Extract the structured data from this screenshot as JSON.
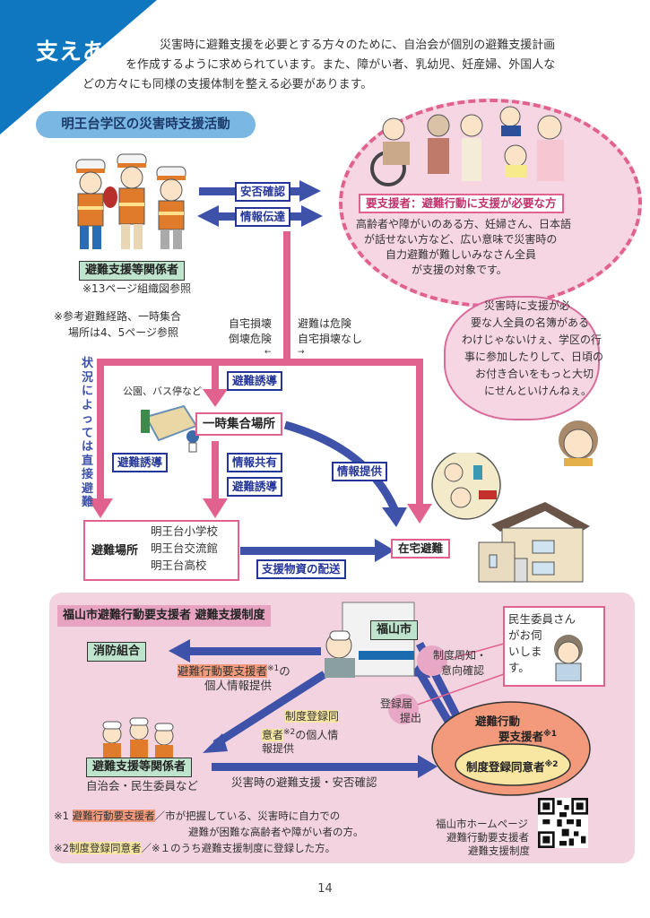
{
  "header": {
    "title": "支えあう",
    "intro_lines": [
      "災害時に避難支援を必要とする方々のために、自治会が個別の避難支援計画",
      "を作成するように求められています。また、障がい者、乳幼児、妊産婦、外国人な",
      "どの方々にも同様の支援体制を整える必要があります。"
    ]
  },
  "activity": {
    "title": "明王台学区の災害時支援活動",
    "supporters_label": "避難支援等関係者",
    "supporters_note": "※13ページ組織図参照",
    "route_note_lines": [
      "※参考避難経路、一時集合",
      "場所は4、5ページ参照"
    ],
    "arrow_labels": {
      "safety_check": "安否確認",
      "info_transfer": "情報伝達"
    },
    "needs_support": {
      "label": "要支援者：避難行動に支援が必要な方",
      "desc_lines": [
        "高齢者や障がいのある方、妊婦さん、日本語",
        "が話せない方など、広い意味で災害時の",
        "自力避難が難しいみなさん全員",
        "が支援の対象です。"
      ]
    },
    "speech_lines": [
      "災害時に支援が必",
      "要な人全員の名簿がある",
      "わけじゃないけぇ、学区の行",
      "事に参加したりして、日頃の",
      "お付き合いをもっと大切",
      "にせんといけんねぇ。"
    ],
    "branch_left": [
      "自宅損壊",
      "倒壊危険",
      "←"
    ],
    "branch_right": [
      "避難は危険",
      "自宅損壊なし",
      "→"
    ],
    "vertical_label": "状況によっては直接避難",
    "park_note": "公園、バス停など",
    "temp_gather": "一時集合場所",
    "guide_1": "避難誘導",
    "guide_2": "避難誘導",
    "info_share": "情報共有",
    "guide_3": "避難誘導",
    "info_provide": "情報提供",
    "shelter_label": "避難場所",
    "shelters": [
      "明王台小学校",
      "明王台交流館",
      "明王台高校"
    ],
    "supplies": "支援物資の配送",
    "home_evac": "在宅避難"
  },
  "system": {
    "title": "福山市避難行動要支援者 避難支援制度",
    "fire_brigade": "消防組合",
    "city": "福山市",
    "personal_info_1": {
      "hl": "避難行動要支援者",
      "mark": "※1",
      "rest": "の",
      "line2": "個人情報提供"
    },
    "personal_info_2": {
      "hl_a": "制度登録同",
      "hl_b": "意者",
      "mark": "※2",
      "rest": "の個人情",
      "line3": "報提供"
    },
    "supporters_label": "避難支援等関係者",
    "supporters_sub": "自治会・民生委員など",
    "disaster_support": "災害時の避難支援・安否確認",
    "notice": [
      "制度周知・",
      "意向確認"
    ],
    "register": [
      "登録届",
      "提出"
    ],
    "visitor_lines": [
      "民生委員さん",
      "がお伺",
      "いしま",
      "す。"
    ],
    "ellipse_outer": [
      "避難行動",
      "要支援者"
    ],
    "ellipse_outer_mark": "※1",
    "ellipse_inner": "制度登録同意者",
    "ellipse_inner_mark": "※2",
    "footnote1": {
      "mark": "※1",
      "hl": "避難行動要支援者",
      "text": "／市が把握している、災害時に自力での",
      "line2": "避難が困難な高齢者や障がい者の方。"
    },
    "footnote2": {
      "mark": "※2",
      "hl": "制度登録同意者",
      "text": "／※１のうち避難支援制度に登録した方。"
    },
    "homepage_lines": [
      "福山市ホームページ",
      "避難行動要支援者",
      "避難支援制度"
    ]
  },
  "page_number": "14",
  "colors": {
    "blue_banner": "#0f77c0",
    "arrow_blue": "#3d52a8",
    "arrow_pink": "#e2628f",
    "pink_bg": "#f2d3df",
    "green_label": "#bfe4cd"
  }
}
